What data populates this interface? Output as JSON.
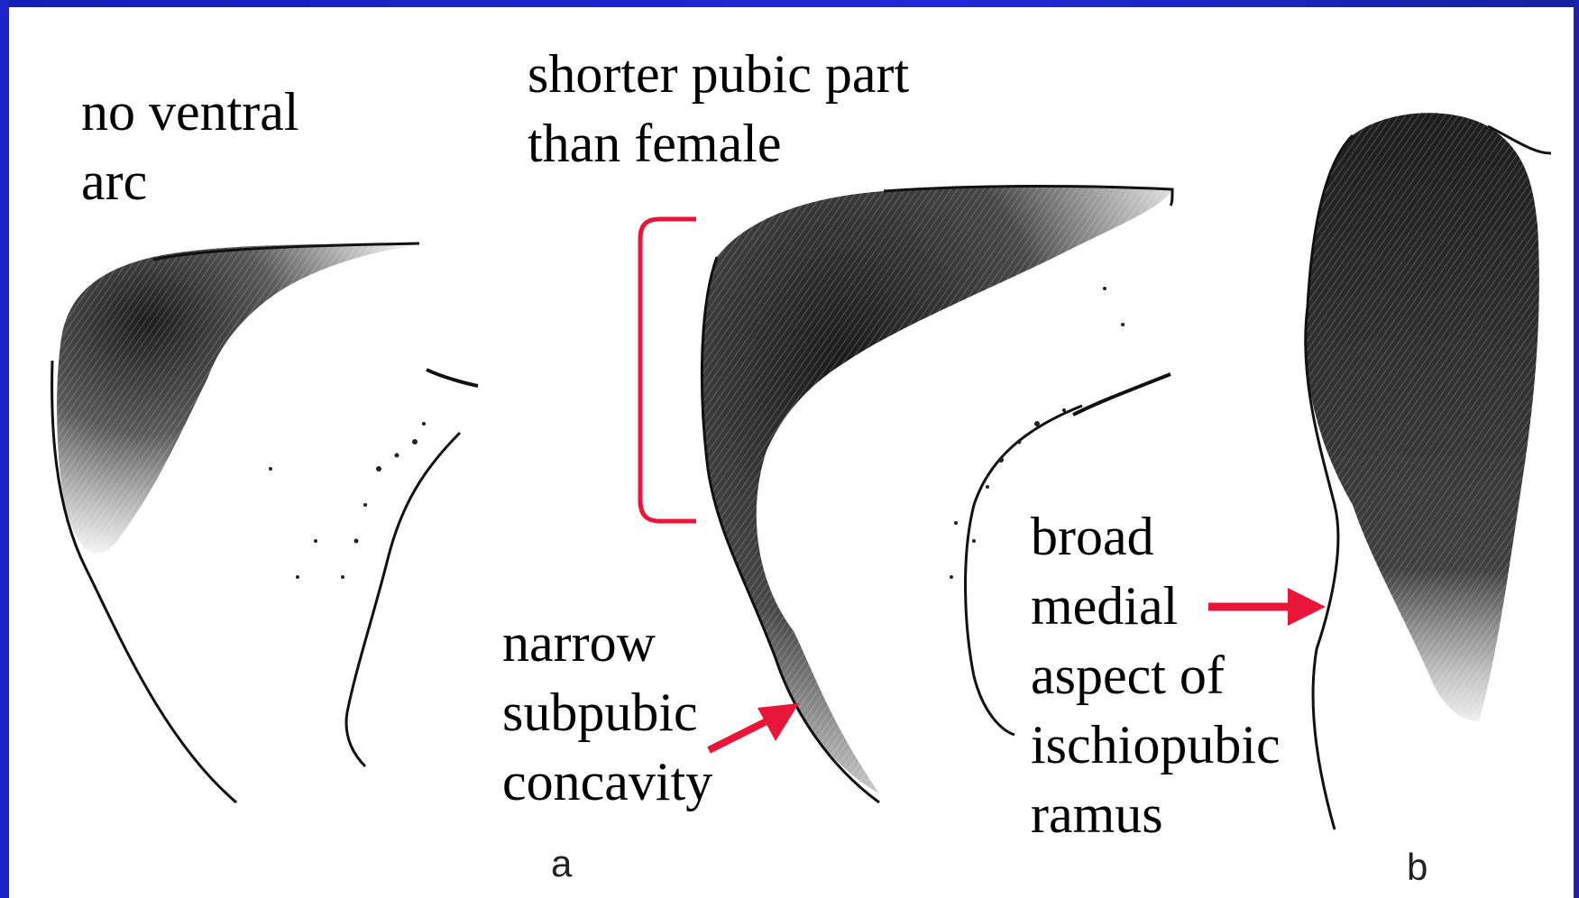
{
  "slide": {
    "frame_color": "#1e24c8",
    "background": "#ffffff",
    "annotation_color": "#e8173a"
  },
  "labels": {
    "no_ventral_arc": "no ventral\narc",
    "shorter_pubic_part": "shorter pubic part\nthan female",
    "narrow_subpubic": "narrow\nsubpubic\nconcavity",
    "broad_medial": "broad\nmedial\naspect of\nischiopubic\nramus"
  },
  "figure_letters": {
    "a": "a",
    "b": "b"
  }
}
